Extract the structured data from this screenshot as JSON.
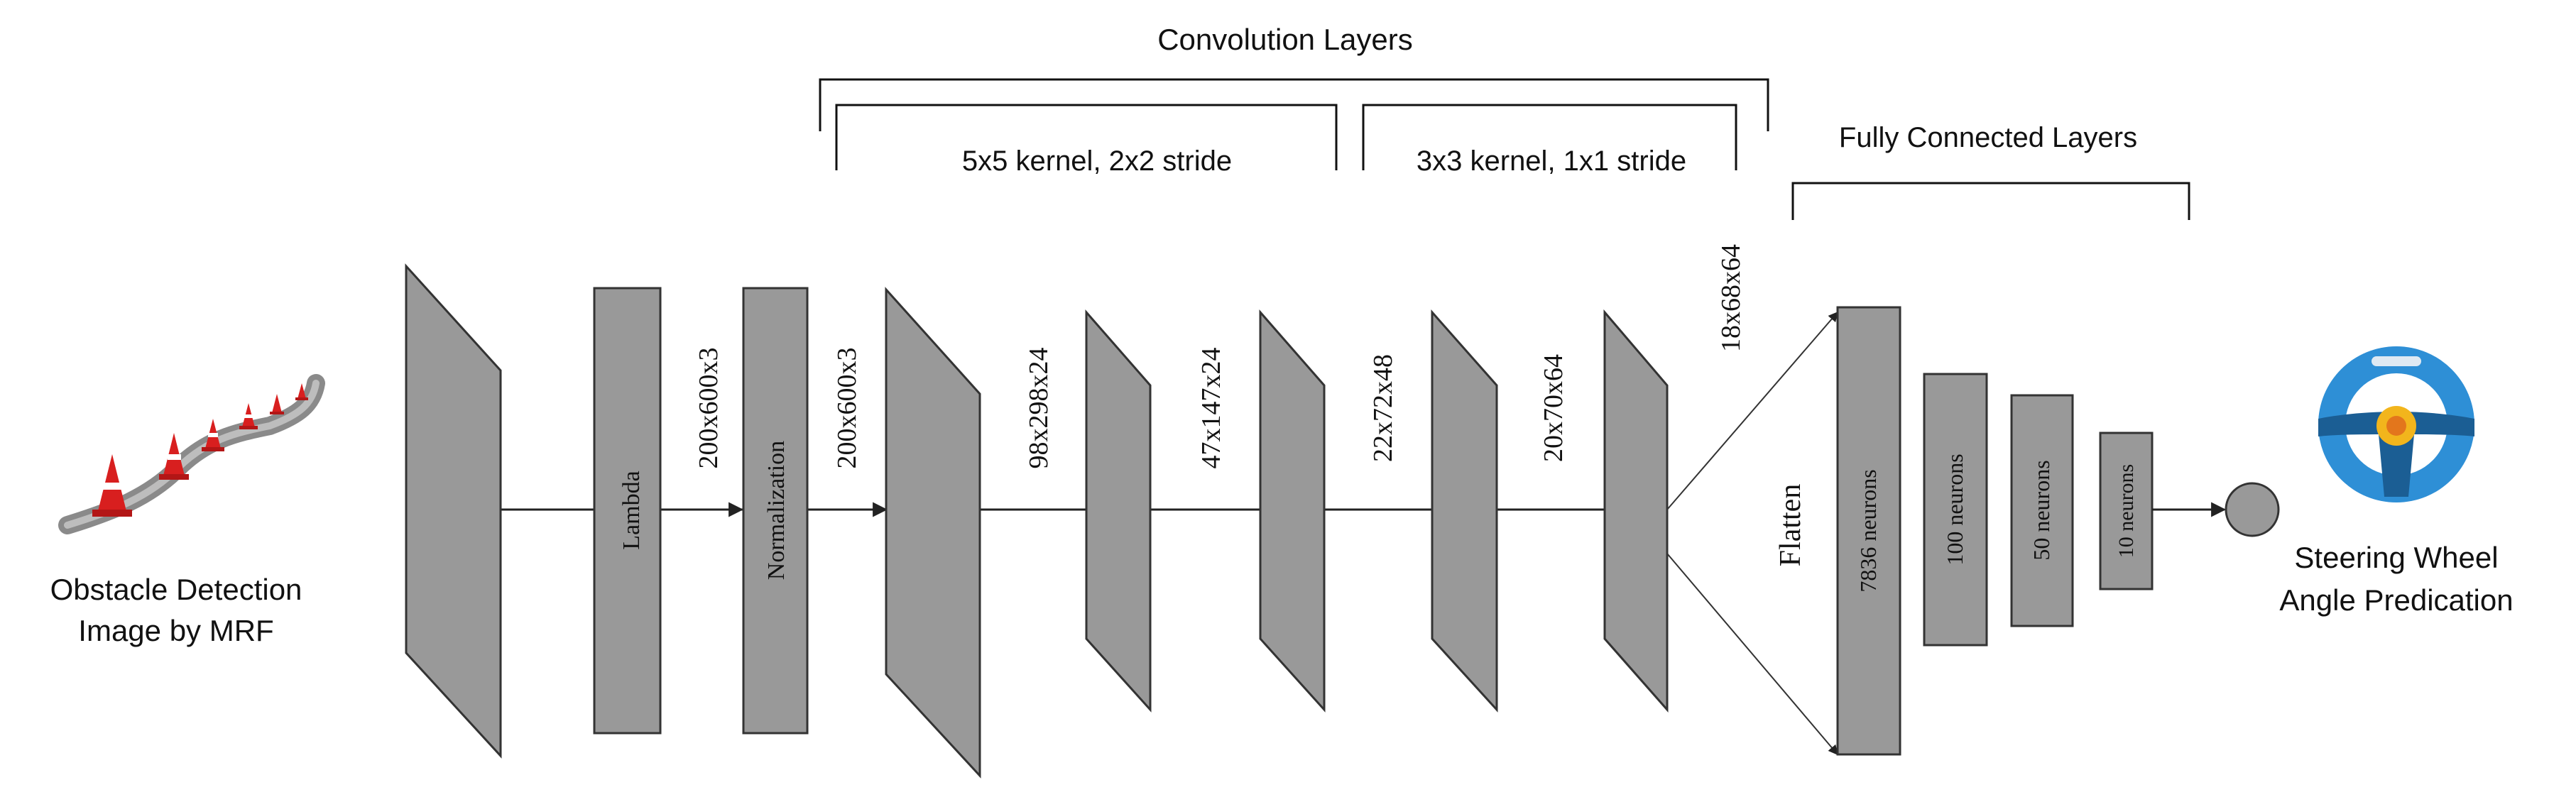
{
  "input": {
    "caption_line1": "Obstacle Detection",
    "caption_line2": "Image by MRF"
  },
  "output": {
    "caption_line1": "Steering Wheel",
    "caption_line2": "Angle Predication"
  },
  "groups": {
    "convolution_label": "Convolution Layers",
    "conv5_label": "5x5 kernel, 2x2 stride",
    "conv3_label": "3x3 kernel, 1x1 stride",
    "fully_connected_label": "Fully Connected Layers"
  },
  "layers": {
    "lambda": "Lambda",
    "normalization": "Normalization",
    "flatten": "Flatten",
    "fc_7836": "7836 neurons",
    "fc_100": "100 neurons",
    "fc_50": "50 neurons",
    "fc_10": "10 neurons"
  },
  "dims": {
    "after_lambda": "200x600x3",
    "after_normalization": "200x600x3",
    "after_conv1": "98x298x24",
    "after_conv2": "47x147x24",
    "after_conv3": "22x72x48",
    "after_conv4": "20x70x64",
    "after_conv5": "18x68x64"
  },
  "colors": {
    "block_fill": "#999999",
    "block_stroke": "#333333",
    "line": "#222222",
    "cone_red": "#d81f1f",
    "road": "#8a8a8a",
    "wheel_blue": "#2e8fd6",
    "wheel_dark": "#1b5e94",
    "wheel_yellow": "#f2b51c",
    "wheel_orange": "#e3761c"
  },
  "icons": {
    "input_image": "traffic-cone-road-icon",
    "output": "steering-wheel-icon"
  }
}
